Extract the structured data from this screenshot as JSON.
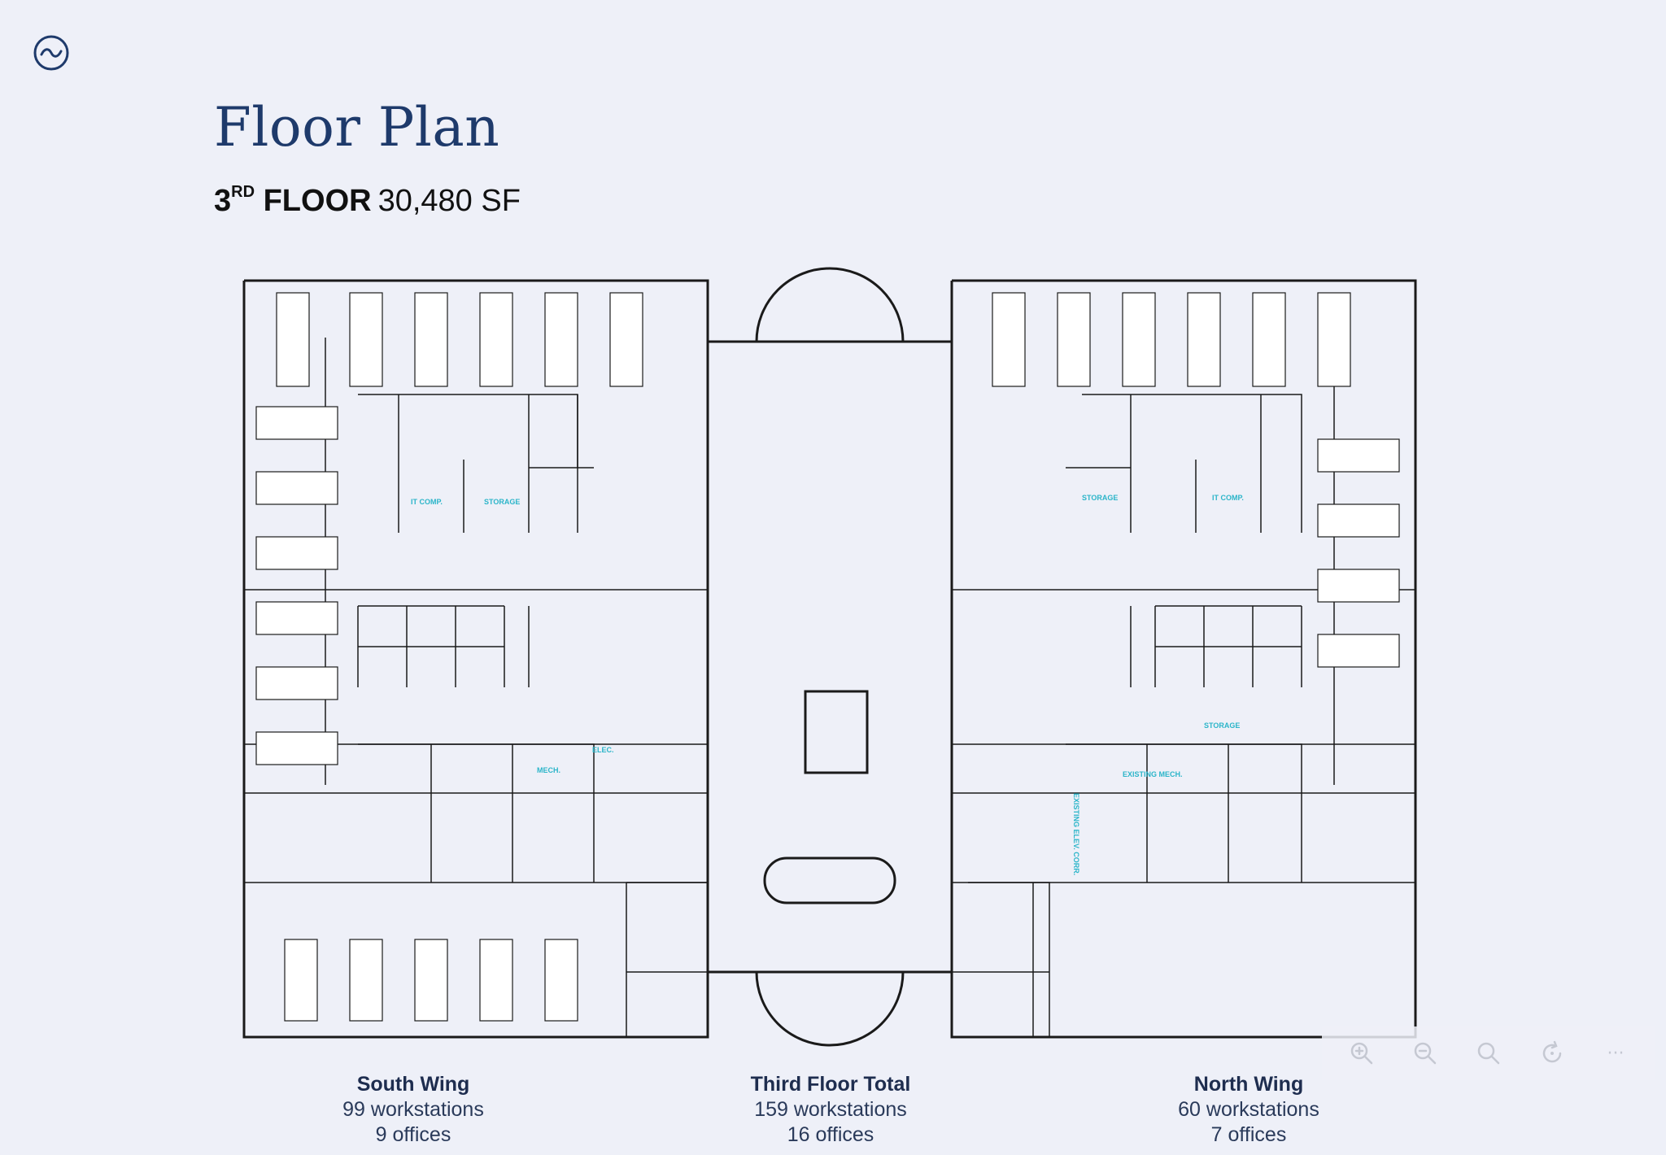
{
  "header": {
    "logo_icon": "wave-circle-icon",
    "title": "Floor Plan",
    "floor_number": "3",
    "floor_suffix": "RD",
    "floor_word": "FLOOR",
    "floor_area": "30,480 SF"
  },
  "plan": {
    "labels": {
      "it_comp_south": "IT COMP.",
      "storage_south": "STORAGE",
      "mech_south": "MECH.",
      "elec_south": "ELEC.",
      "storage_north": "STORAGE",
      "it_comp_north": "IT COMP.",
      "storage_north_2": "STORAGE",
      "existing_mech": "EXISTING MECH.",
      "existing_elev": "EXISTING ELEV. CORR."
    }
  },
  "toolbar": {
    "zoom_in_icon": "zoom-in-icon",
    "zoom_out_icon": "zoom-out-icon",
    "search_icon": "search-icon",
    "rotate_icon": "rotate-icon",
    "more_label": "···"
  },
  "summary": {
    "south": {
      "title": "South Wing",
      "workstations": "99 workstations",
      "offices": "9 offices"
    },
    "total": {
      "title": "Third Floor Total",
      "workstations": "159 workstations",
      "offices": "16 offices"
    },
    "north": {
      "title": "North Wing",
      "workstations": "60 workstations",
      "offices": "7 offices"
    }
  },
  "colors": {
    "title": "#1e3a6b",
    "plan_line": "#1a1a1a",
    "room_label": "#2bb5c9",
    "background": "#eef0f8"
  }
}
